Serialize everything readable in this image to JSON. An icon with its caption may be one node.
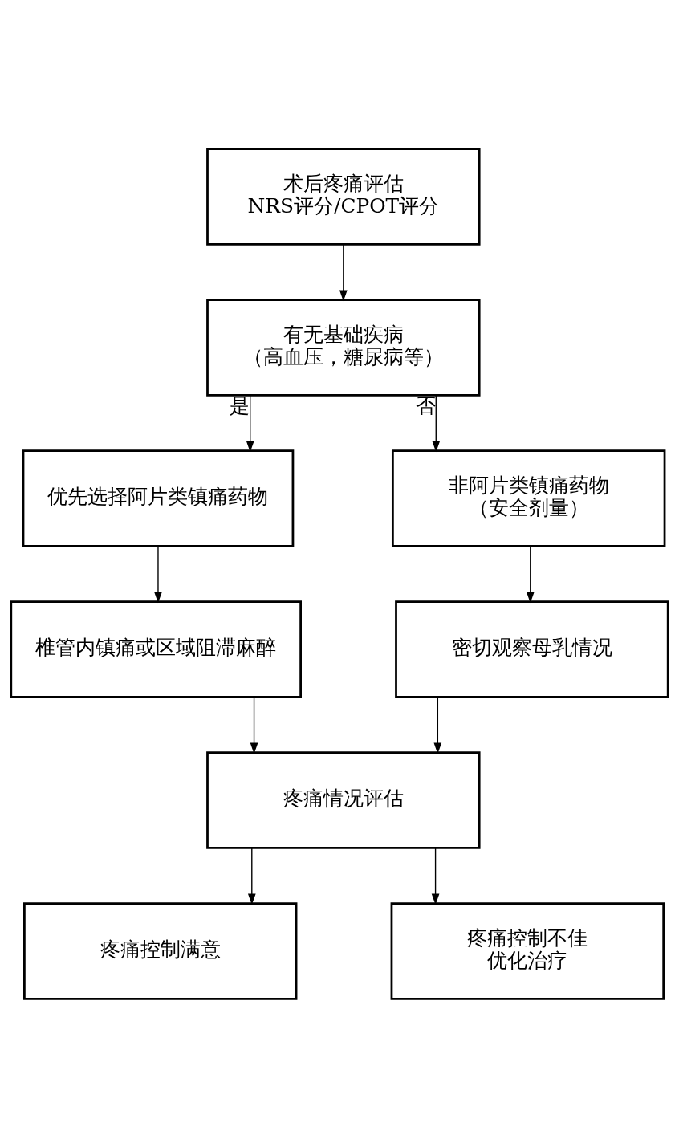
{
  "diagram": {
    "nodes": [
      {
        "text": [
          "术后疼痛评估",
          "NRS评分/CPOT评分"
        ]
      },
      {
        "text": [
          "有无基础疾病",
          "（高血压，糖尿病等）"
        ]
      },
      {
        "text": [
          "优先选择阿片类镇痛药物"
        ]
      },
      {
        "text": [
          "非阿片类镇痛药物",
          "（安全剂量）"
        ]
      },
      {
        "text": [
          "椎管内镇痛或区域阻滞麻醉"
        ]
      },
      {
        "text": [
          "密切观察母乳情况"
        ]
      },
      {
        "text": [
          "疼痛情况评估"
        ]
      },
      {
        "text": [
          "疼痛控制满意"
        ]
      },
      {
        "text": [
          "疼痛控制不佳",
          "优化治疗"
        ]
      }
    ],
    "edges": [
      {
        "from": 0,
        "to": 1,
        "arrow": "to"
      },
      {
        "from": 1,
        "to": 2,
        "arrow": "to",
        "label": "是"
      },
      {
        "from": 1,
        "to": 3,
        "arrow": "to",
        "label": "否"
      },
      {
        "from": 2,
        "to": 4,
        "arrow": "to"
      },
      {
        "from": 3,
        "to": 5,
        "arrow": "to"
      },
      {
        "from": 4,
        "to": 6,
        "arrow": "to"
      },
      {
        "from": 5,
        "to": 6,
        "arrow": "to"
      },
      {
        "from": 6,
        "to": 7,
        "arrow": "to"
      },
      {
        "from": 6,
        "to": 8,
        "arrow": "to"
      }
    ]
  }
}
